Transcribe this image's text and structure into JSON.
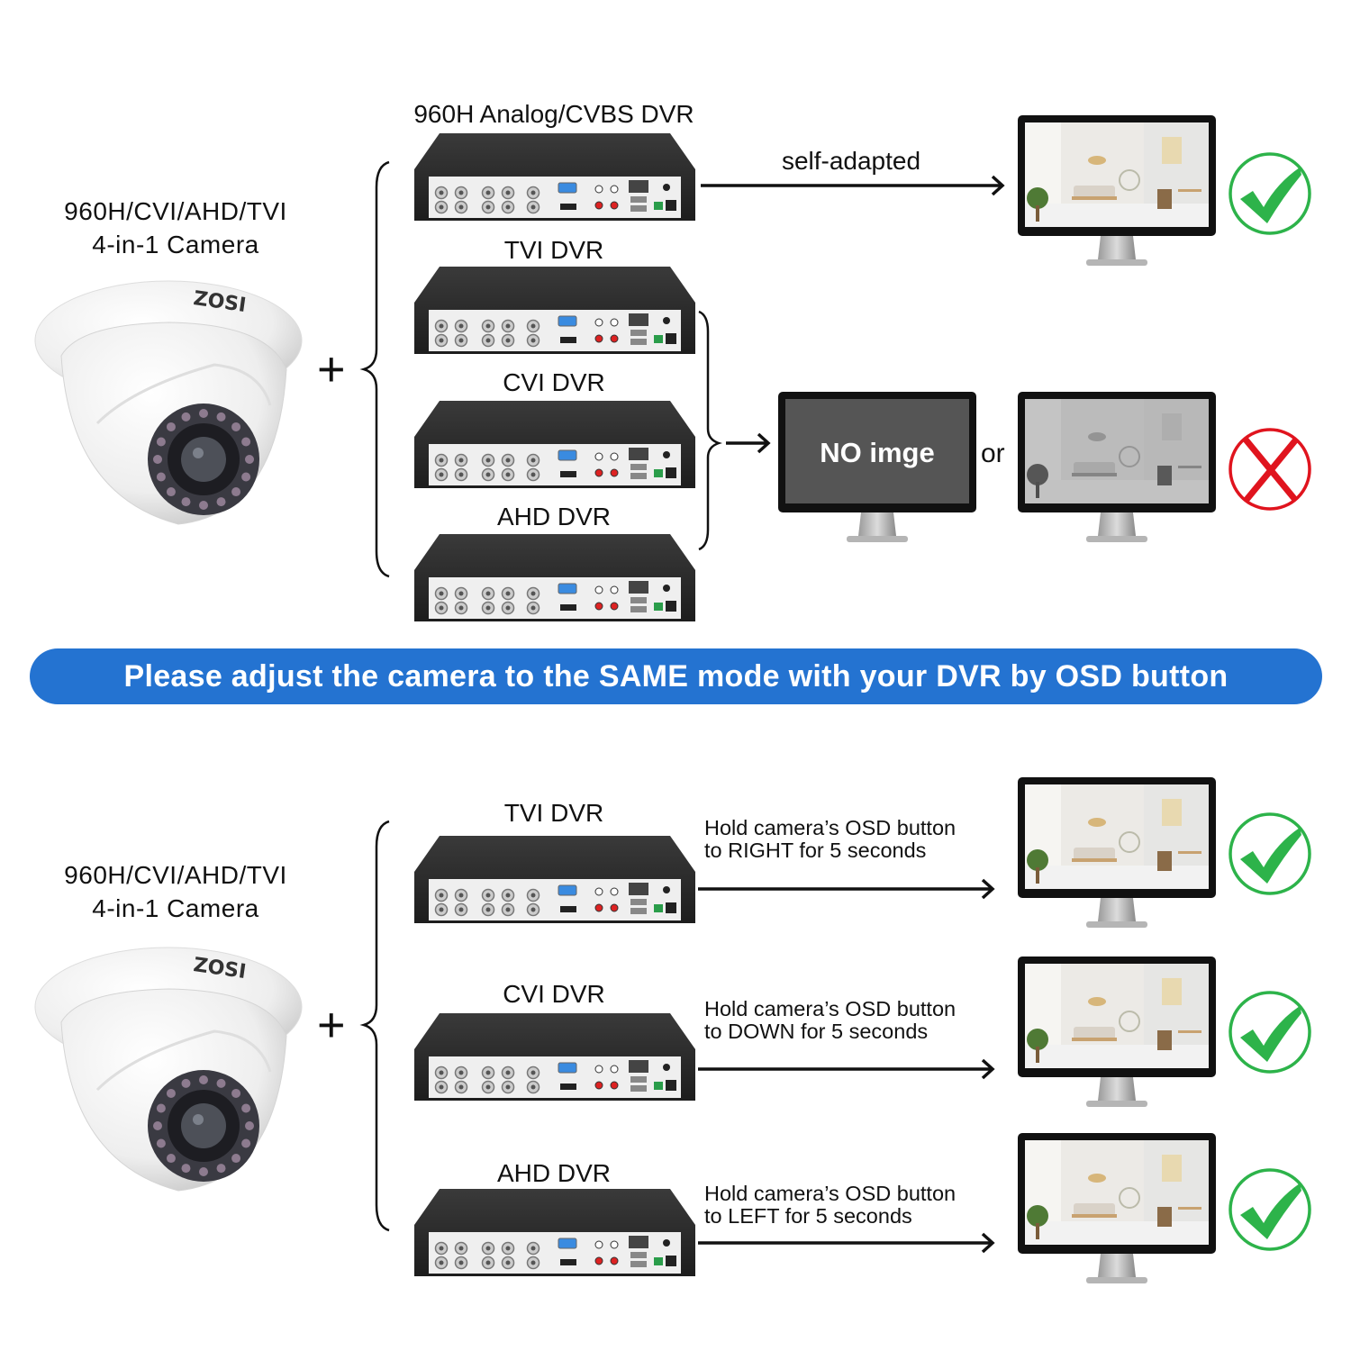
{
  "top_section": {
    "camera_label_line1": "960H/CVI/AHD/TVI",
    "camera_label_line2": "4-in-1 Camera",
    "camera_logo": "ZOSI",
    "plus": "+",
    "dvrs": [
      {
        "label": "960H Analog/CVBS DVR"
      },
      {
        "label": "TVI DVR"
      },
      {
        "label": "CVI DVR"
      },
      {
        "label": "AHD DVR"
      }
    ],
    "self_adapted_label": "self-adapted",
    "no_image_text": "NO imge",
    "or_label": "or",
    "result_ok_icon": "green-check-icon",
    "result_fail_icon": "red-x-icon"
  },
  "banner": {
    "text": "Please adjust the camera to the SAME mode with your DVR by OSD button",
    "color": "#2473d1"
  },
  "bottom_section": {
    "camera_label_line1": "960H/CVI/AHD/TVI",
    "camera_label_line2": "4-in-1 Camera",
    "camera_logo": "ZOSI",
    "plus": "+",
    "rows": [
      {
        "dvr_label": "TVI DVR",
        "line1": "Hold camera’s OSD button",
        "line2": "to RIGHT for 5 seconds"
      },
      {
        "dvr_label": "CVI DVR",
        "line1": "Hold camera’s OSD button",
        "line2": "to DOWN for 5 seconds"
      },
      {
        "dvr_label": "AHD DVR",
        "line1": "Hold camera’s OSD button",
        "line2": "to LEFT for 5 seconds"
      }
    ]
  },
  "colors": {
    "check_green": "#2db34a",
    "cross_red": "#e0141e"
  }
}
